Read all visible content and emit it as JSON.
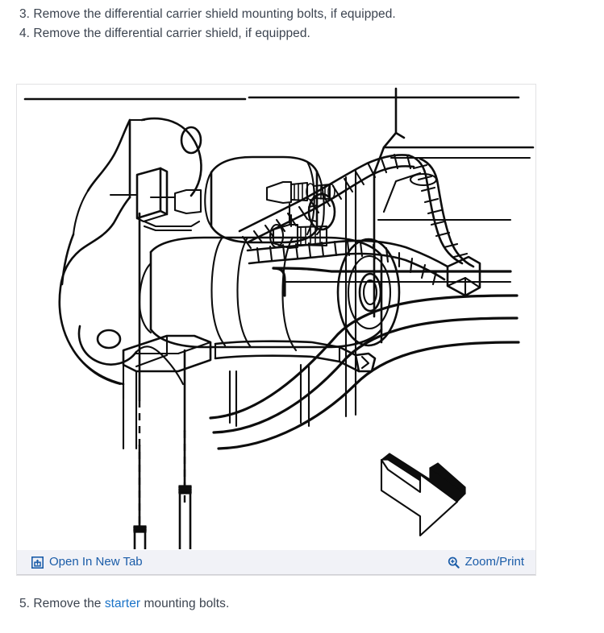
{
  "document": {
    "steps_above": [
      {
        "number": "3.",
        "text": "Remove the differential carrier shield mounting bolts, if equipped.",
        "full": "3. Remove the differential carrier shield mounting bolts, if equipped."
      },
      {
        "number": "4.",
        "text": "Remove the differential carrier shield, if equipped.",
        "full": "4. Remove the differential carrier shield, if equipped."
      }
    ],
    "steps_below": [
      {
        "number": "5.",
        "prefix": "5. Remove the ",
        "link": "starter",
        "suffix": " mounting bolts.",
        "full": "5. Remove the starter mounting bolts."
      }
    ]
  },
  "figure": {
    "alt": "Line drawing of a vehicle starter motor mounted to the engine block with wiring harness, two mounting bolts called out below with dashed leader lines, and a block arrow indicating removal direction.",
    "toolbar": {
      "open_in_new_tab": {
        "label": "Open In New Tab",
        "icon": "open-in-new-tab-icon"
      },
      "zoom_print": {
        "label": "Zoom/Print",
        "icon": "magnifier-plus-icon"
      }
    }
  },
  "colors": {
    "body_text": "#3c4450",
    "link": "#1a73c8",
    "toolbar_link": "#1a5ca8",
    "toolbar_background": "#f1f2f7",
    "panel_border": "#e2e2e4",
    "line_art": "#0d0d0d",
    "page_background": "#ffffff"
  }
}
